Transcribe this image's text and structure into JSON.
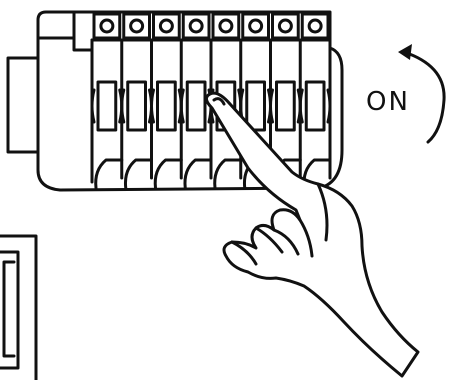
{
  "illustration": {
    "direction_label": "ON",
    "breaker_count": 8,
    "stroke_color": "#111111",
    "background": "#ffffff",
    "direction_icon": "curved-arrow-clockwise",
    "hand_icon": "pointing-hand"
  }
}
